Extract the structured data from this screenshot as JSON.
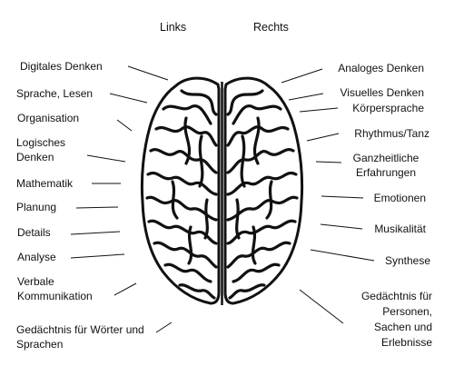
{
  "header": {
    "left": "Links",
    "right": "Rechts"
  },
  "left_labels": [
    "Digitales Denken",
    "Sprache, Lesen",
    "Organisation",
    "Logisches Denken",
    "Mathematik",
    "Planung",
    "Details",
    "Analyse",
    "Verbale Kommunikation",
    "Gedächtnis für Wörter und Sprachen"
  ],
  "right_labels": [
    "Analoges Denken",
    "Visuelles Denken",
    "Körpersprache",
    "Rhythmus/Tanz",
    "Ganzheitliche Erfahrungen",
    "Emotionen",
    "Musikalität",
    "Synthese",
    "Gedächtnis für Personen, Sachen und Erlebnisse"
  ],
  "colors": {
    "ink": "#111111",
    "background": "#ffffff"
  },
  "image": {
    "icon": "brain-top-view"
  }
}
